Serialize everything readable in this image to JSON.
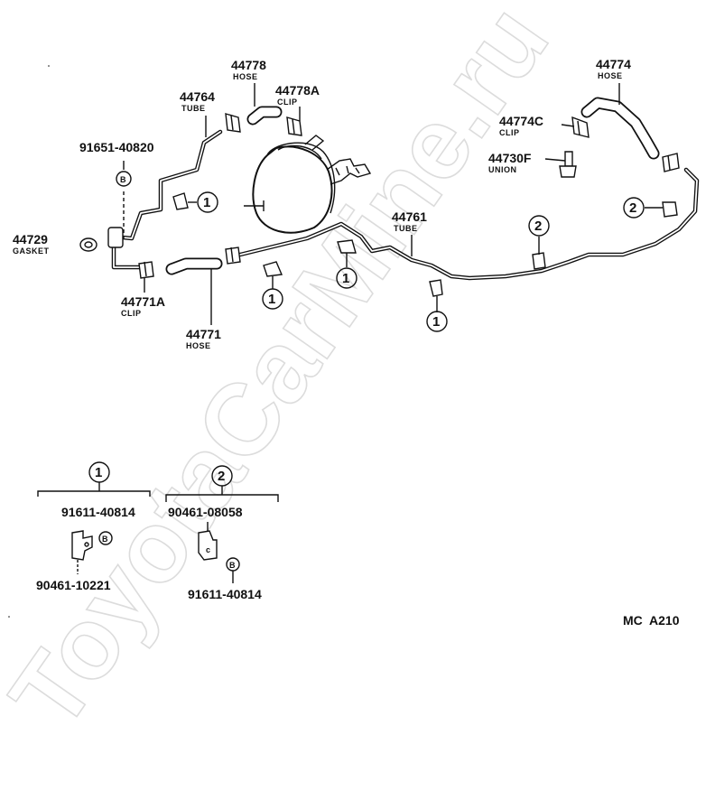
{
  "watermark": "ToyotaCarMine.ru",
  "footer_code": "MC  A210",
  "parts": {
    "p44778": {
      "number": "44778",
      "name": "HOSE"
    },
    "p44764": {
      "number": "44764",
      "name": "TUBE"
    },
    "p44778A": {
      "number": "44778A",
      "name": "CLIP"
    },
    "p91651": {
      "number": "91651-40820"
    },
    "p44729": {
      "number": "44729",
      "name": "GASKET"
    },
    "p44771A": {
      "number": "44771A",
      "name": "CLIP"
    },
    "p44771": {
      "number": "44771",
      "name": "HOSE"
    },
    "p44761": {
      "number": "44761",
      "name": "TUBE"
    },
    "p44774": {
      "number": "44774",
      "name": "HOSE"
    },
    "p44774C": {
      "number": "44774C",
      "name": "CLIP"
    },
    "p44730F": {
      "number": "44730F",
      "name": "UNION"
    }
  },
  "markers": {
    "one": "1",
    "two": "2",
    "bolt": "B",
    "clamp_c": "c"
  },
  "groups": {
    "one": {
      "marker": "1",
      "part_a": "91611-40814",
      "part_b": "90461-10221"
    },
    "two": {
      "marker": "2",
      "part_a": "90461-08058",
      "part_b": "91611-40814"
    }
  }
}
